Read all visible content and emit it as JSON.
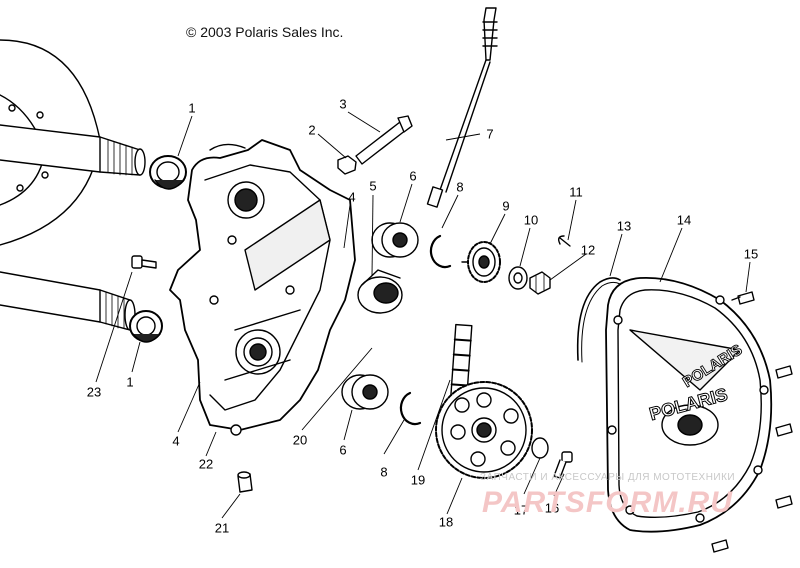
{
  "copyright": "© 2003 Polaris Sales Inc.",
  "brand_cover_text": "POLARIS",
  "brand_gear_text": "POLARIS",
  "watermark": {
    "caption": "ЗАПЧАСТИ И АКСЕССУАРЫ ДЛЯ МОТОТЕХНИКИ",
    "logo_text": "PARTSFORM.RU"
  },
  "callouts": {
    "c1a": "1",
    "c1b": "1",
    "c2": "2",
    "c3": "3",
    "c4a": "4",
    "c4b": "4",
    "c5": "5",
    "c6a": "6",
    "c6b": "6",
    "c7": "7",
    "c8a": "8",
    "c8b": "8",
    "c9": "9",
    "c10": "10",
    "c11": "11",
    "c12": "12",
    "c13": "13",
    "c14": "14",
    "c15": "15",
    "c16": "16",
    "c17": "17",
    "c18": "18",
    "c19": "19",
    "c20": "20",
    "c21": "21",
    "c22": "22",
    "c23": "23"
  }
}
